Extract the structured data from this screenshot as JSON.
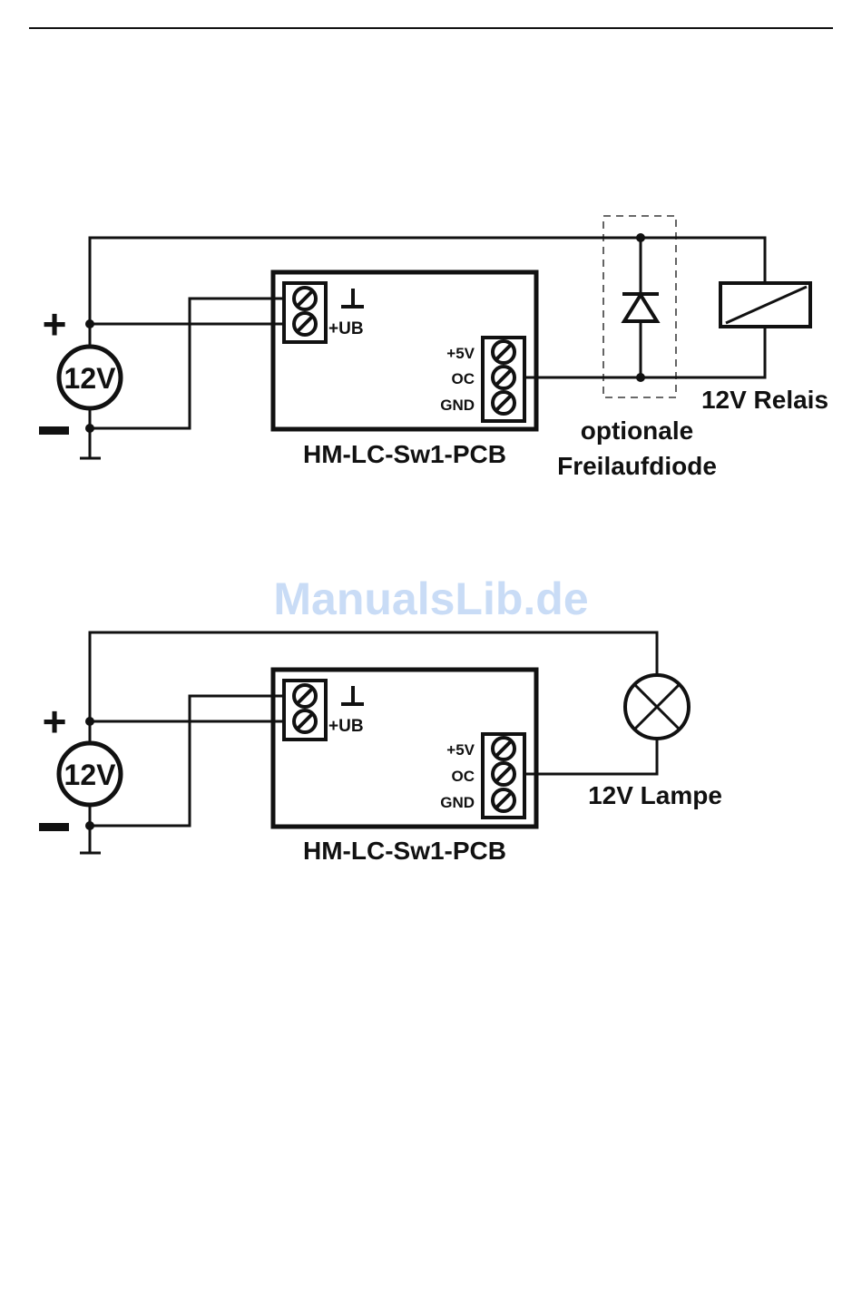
{
  "watermark": "ManualsLib.de",
  "diagram1": {
    "source_label": "12V",
    "plus_sign": "+",
    "minus_sign": "−",
    "board_label": "HM-LC-Sw1-PCB",
    "ub_label": "+UB",
    "pin_5v": "+5V",
    "pin_oc": "OC",
    "pin_gnd": "GND",
    "diode_label_line1": "optionale",
    "diode_label_line2": "Freilaufdiode",
    "load_label": "12V Relais"
  },
  "diagram2": {
    "source_label": "12V",
    "plus_sign": "+",
    "minus_sign": "−",
    "board_label": "HM-LC-Sw1-PCB",
    "ub_label": "+UB",
    "pin_5v": "+5V",
    "pin_oc": "OC",
    "pin_gnd": "GND",
    "load_label": "12V Lampe"
  },
  "colors": {
    "ink": "#111111",
    "watermark": "#c9dcf6"
  }
}
